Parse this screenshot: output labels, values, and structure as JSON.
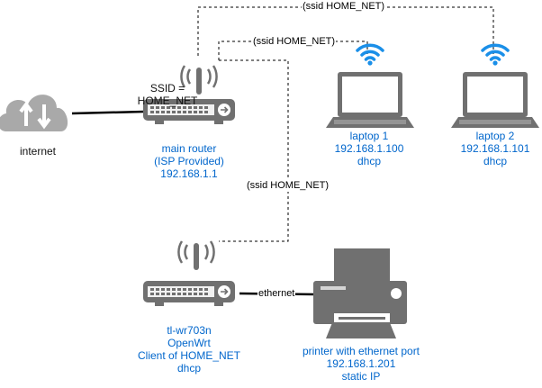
{
  "internet": {
    "label": "internet"
  },
  "main_router": {
    "ssid_line1": "SSID =",
    "ssid_line2": "HOME_NET",
    "lines": [
      "main router",
      "(ISP Provided)",
      "192.168.1.1"
    ]
  },
  "laptop1": {
    "lines": [
      "laptop 1",
      "192.168.1.100",
      "dhcp"
    ]
  },
  "laptop2": {
    "lines": [
      "laptop 2",
      "192.168.1.101",
      "dhcp"
    ]
  },
  "client_router": {
    "lines": [
      "tl-wr703n",
      "OpenWrt",
      "Client of HOME_NET",
      "dhcp"
    ]
  },
  "printer": {
    "lines": [
      "printer with ethernet port",
      "192.168.1.201",
      "static IP"
    ]
  },
  "edges": {
    "ssid_top": "(ssid HOME_NET)",
    "ssid_mid": "(ssid HOME_NET)",
    "ssid_client": "(ssid HOME_NET)",
    "ethernet": "ethernet"
  },
  "colors": {
    "label_blue": "#0066cc",
    "wifi_blue": "#1a8fe8",
    "device_gray": "#6f6f6f",
    "cloud_gray": "#a9a9a9"
  }
}
